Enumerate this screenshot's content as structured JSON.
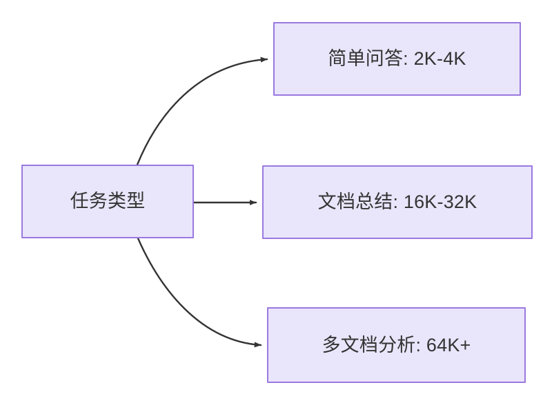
{
  "diagram": {
    "type": "flowchart",
    "direction": "left-to-right",
    "title": "",
    "theme": {
      "node_fill": "#e9e5fa",
      "node_border": "#9a78e0",
      "node_text": "#333333",
      "edge_stroke": "#333333",
      "background": "#ffffff"
    },
    "nodes": [
      {
        "id": "source",
        "label": "任务类型",
        "role": "root"
      },
      {
        "id": "simple-qa",
        "label": "简单问答: 2K-4K",
        "role": "leaf"
      },
      {
        "id": "doc-summary",
        "label": "文档总结: 16K-32K",
        "role": "leaf"
      },
      {
        "id": "multi-doc",
        "label": "多文档分析: 64K+",
        "role": "leaf"
      }
    ],
    "edges": [
      {
        "id": "edge-source-simple-qa",
        "from": "source",
        "to": "simple-qa",
        "label": "",
        "style": "curved",
        "arrowhead": "solid-triangle"
      },
      {
        "id": "edge-source-doc-summary",
        "from": "source",
        "to": "doc-summary",
        "label": "",
        "style": "straight",
        "arrowhead": "solid-triangle"
      },
      {
        "id": "edge-source-multi-doc",
        "from": "source",
        "to": "multi-doc",
        "label": "",
        "style": "curved",
        "arrowhead": "solid-triangle"
      }
    ]
  }
}
